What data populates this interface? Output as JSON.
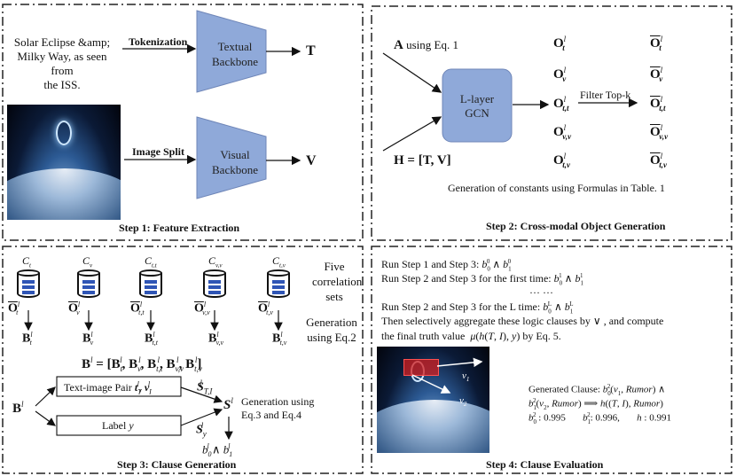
{
  "step1": {
    "caption": "Step 1: Feature Extraction",
    "text_input": [
      "Solar Eclipse &amp;",
      "Milky Way, as seen from",
      "the ISS."
    ],
    "tokenization": "Tokenization",
    "image_split": "Image Split",
    "textual_backbone": [
      "Textual",
      "Backbone"
    ],
    "visual_backbone": [
      "Visual",
      "Backbone"
    ],
    "out_t": "T",
    "out_v": "V"
  },
  "step2": {
    "caption": "Step 2: Cross-modal Object Generation",
    "a_label": "A",
    "a_suffix": "using Eq. 1",
    "h_label": "H = [T, V]",
    "gcn": [
      "L-layer",
      "GCN"
    ],
    "filter": "Filter Top-k",
    "o_left": [
      "O",
      "O",
      "O",
      "O",
      "O"
    ],
    "o_subs": [
      "t",
      "v",
      "t,t",
      "v,v",
      "t,v"
    ],
    "note": "Generation of constants using Formulas in Table. 1"
  },
  "step3": {
    "caption": "Step 3: Clause Generation",
    "cyl_labels": [
      "C",
      "C",
      "C",
      "C",
      "C"
    ],
    "cyl_subs": [
      "t",
      "v",
      "t,t",
      "v,v",
      "t,v"
    ],
    "five_sets": [
      "Five",
      "correlation",
      "sets"
    ],
    "gen_eq2": [
      "Generation",
      "using Eq.2"
    ],
    "b_eq_lhs": "B",
    "text_image_pair": "Text-image Pair",
    "label_y": "Label",
    "y": "y",
    "gen_eq34": [
      "Generation using",
      "Eq.3 and Eq.4"
    ]
  },
  "step4": {
    "caption": "Step 4: Clause Evaluation",
    "line1": "Run Step 1 and Step 3:",
    "line2": "Run Step 2 and Step 3 for the first time:",
    "dots": "··· ···",
    "line3": "Run Step 2 and Step 3 for the L time:",
    "line4": "Then selectively aggregate these logic clauses by ∨ , and compute",
    "line5": "the final truth value",
    "line5_end": "by Eq. 5.",
    "gen_clause": "Generated Clause:",
    "v1": "v",
    "v2": "v",
    "score_b0": "0.995",
    "score_b1": "0.996,",
    "score_h": "0.991"
  }
}
